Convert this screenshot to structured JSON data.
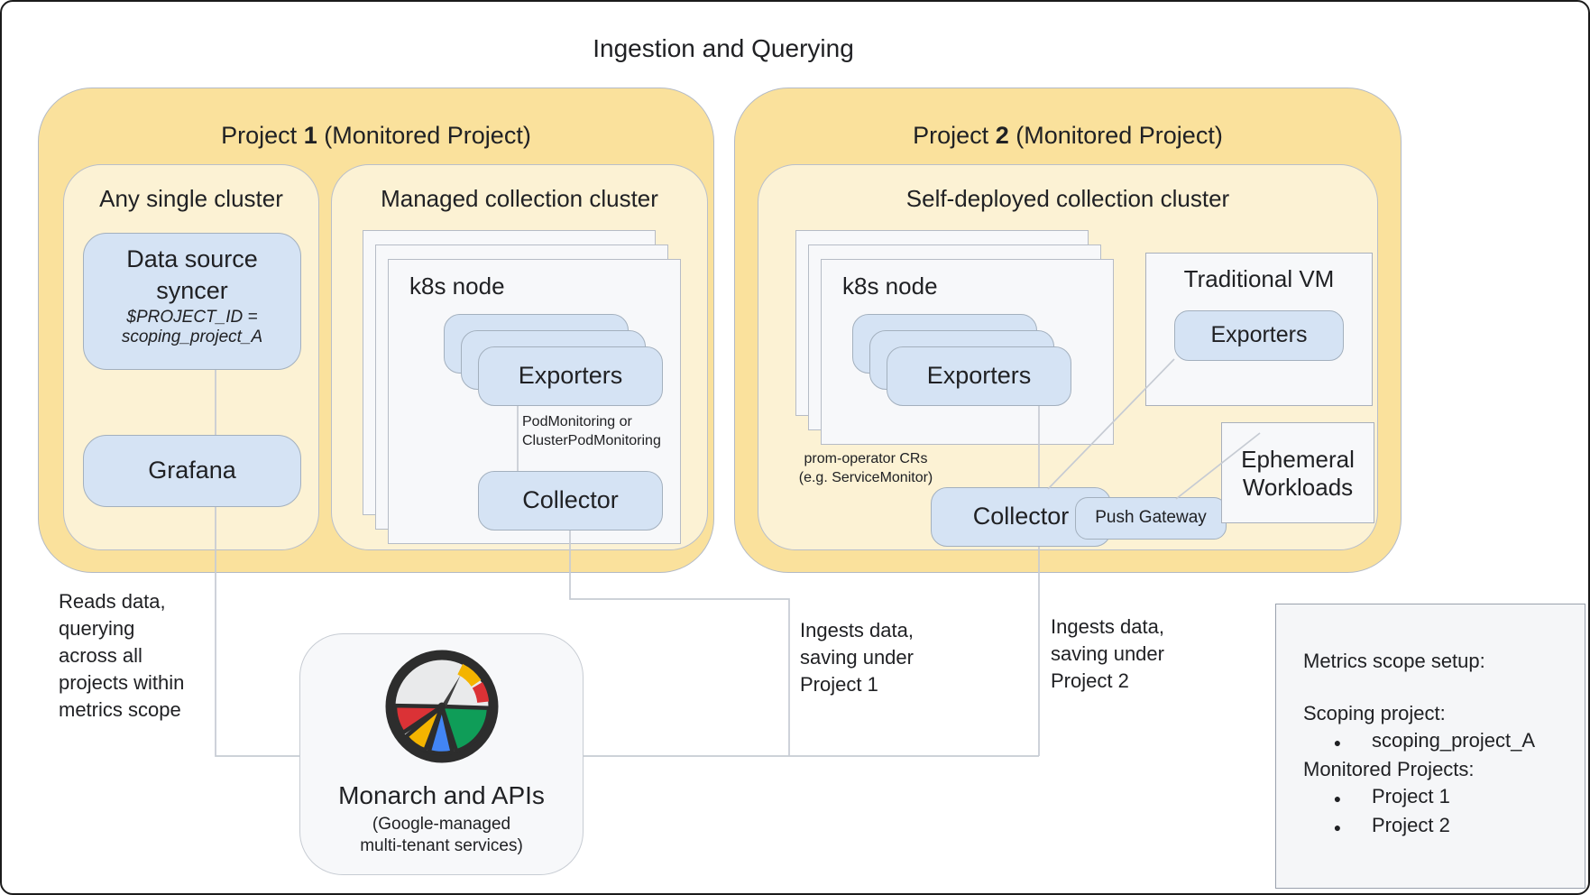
{
  "title": "Ingestion and Querying",
  "colors": {
    "project_fill": "#FAE19C",
    "cluster_fill": "#FCF2D4",
    "component_fill": "#D5E3F4",
    "node_card_fill": "#F7F8FA",
    "connector": "#c6cbd3",
    "gauge_red": "#DB3236",
    "gauge_gold": "#F4B400",
    "gauge_blue": "#4285F4",
    "gauge_green": "#0F9D58"
  },
  "project1": {
    "title_prefix": "Project ",
    "number": "1",
    "title_suffix": " (Monitored Project)",
    "single_cluster": {
      "title": "Any single cluster",
      "data_source_syncer": {
        "line1": "Data source",
        "line2": "syncer",
        "note1": "$PROJECT_ID =",
        "note2": "scoping_project_A"
      },
      "grafana": "Grafana"
    },
    "managed_cluster": {
      "title": "Managed collection cluster",
      "node_label": "k8s node",
      "exporters": "Exporters",
      "monitoring_note1": "PodMonitoring or",
      "monitoring_note2": "ClusterPodMonitoring",
      "collector": "Collector"
    }
  },
  "project2": {
    "title_prefix": "Project ",
    "number": "2",
    "title_suffix": " (Monitored Project)",
    "self_deployed_cluster": {
      "title": "Self-deployed collection cluster",
      "node_label": "k8s node",
      "exporters": "Exporters",
      "monitoring_note1": "prom-operator CRs",
      "monitoring_note2": "(e.g. ServiceMonitor)",
      "collector": "Collector",
      "push_gateway": "Push Gateway"
    },
    "traditional_vm": {
      "title": "Traditional VM",
      "exporters": "Exporters"
    },
    "ephemeral": {
      "line1": "Ephemeral",
      "line2": "Workloads"
    }
  },
  "annotations": {
    "reads": [
      "Reads data,",
      "querying",
      "across all",
      "projects within",
      "metrics scope"
    ],
    "ingest1": [
      "Ingests data,",
      "saving under",
      "Project 1"
    ],
    "ingest2": [
      "Ingests data,",
      "saving under",
      "Project 2"
    ]
  },
  "monarch": {
    "title": "Monarch and APIs",
    "sub1": "(Google-managed",
    "sub2": "multi-tenant services)"
  },
  "metrics_scope": {
    "title": "Metrics scope setup:",
    "scoping_label": "Scoping project:",
    "bullet": "●",
    "scoping_items": [
      "scoping_project_A"
    ],
    "monitored_label": "Monitored Projects:",
    "monitored_items": [
      "Project 1",
      "Project 2"
    ]
  }
}
